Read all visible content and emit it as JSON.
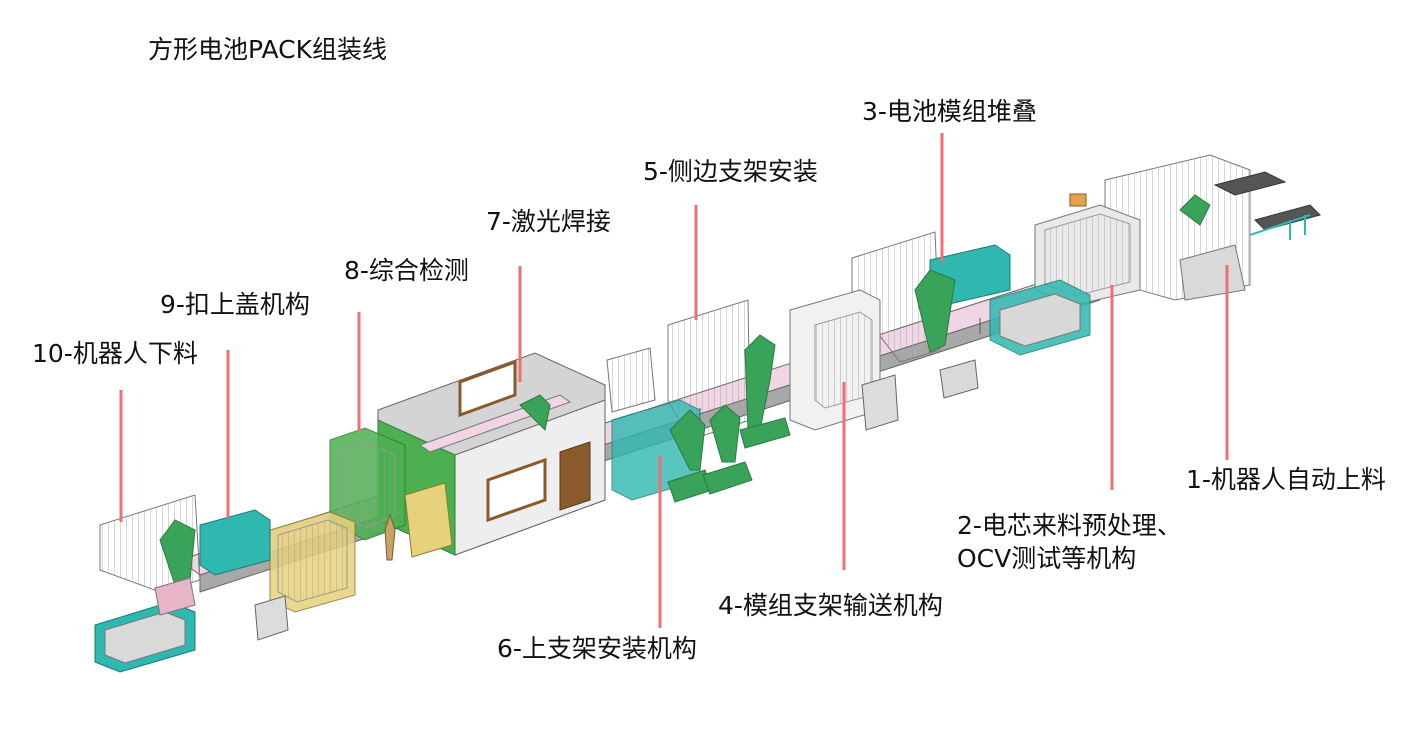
{
  "diagram": {
    "title": "方形电池PACK组装线",
    "stations": [
      {
        "id": 1,
        "label": "1-机器人自动上料"
      },
      {
        "id": 2,
        "label_line1": "2-电芯来料预处理、",
        "label_line2": "OCV测试等机构"
      },
      {
        "id": 3,
        "label": "3-电池模组堆叠"
      },
      {
        "id": 4,
        "label": "4-模组支架输送机构"
      },
      {
        "id": 5,
        "label": "5-侧边支架安装"
      },
      {
        "id": 6,
        "label": "6-上支架安装机构"
      },
      {
        "id": 7,
        "label": "7-激光焊接"
      },
      {
        "id": 8,
        "label": "8-综合检测"
      },
      {
        "id": 9,
        "label": "9-扣上盖机构"
      },
      {
        "id": 10,
        "label": "10-机器人下料"
      }
    ],
    "colors": {
      "leader": "#ef6f73",
      "frame_teal": "#2fb8b0",
      "conveyor_pink": "#f0d6e4",
      "enclosure_gray": "#c9c9c9",
      "booth_green": "#4caf50",
      "robot_green": "#3aa35a",
      "door_brown": "#8b5a2b",
      "panel_yellow": "#e6d27a"
    }
  }
}
